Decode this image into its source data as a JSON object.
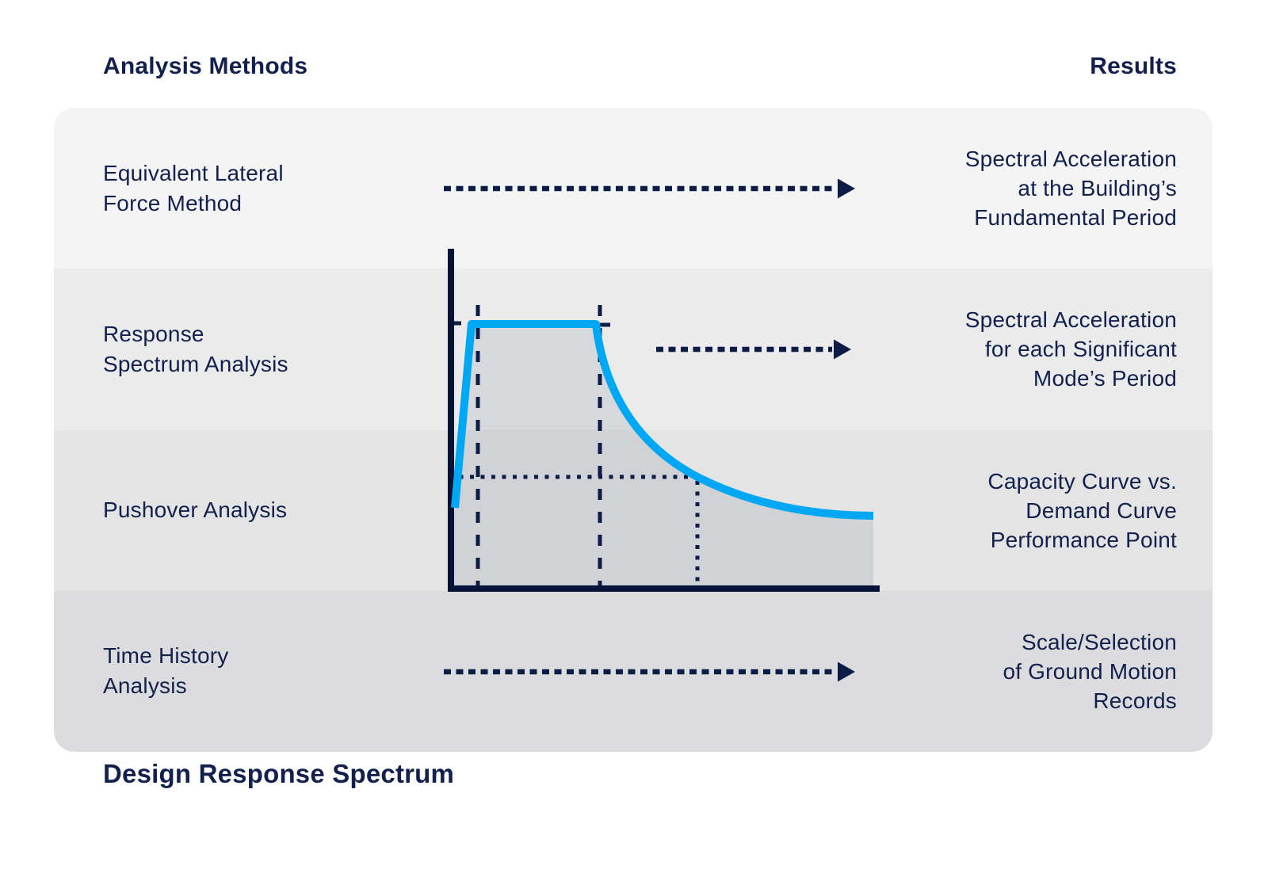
{
  "headers": {
    "left": "Analysis Methods",
    "right": "Results"
  },
  "rows": [
    {
      "method": "Equivalent Lateral\nForce Method",
      "result": "Spectral Acceleration\nat the Building’s\nFundamental Period",
      "has_arrow": true
    },
    {
      "method": "Response\nSpectrum Analysis",
      "result": "Spectral Acceleration\nfor each Significant\nMode’s Period",
      "has_arrow": true
    },
    {
      "method": "Pushover Analysis",
      "result": "Capacity Curve vs.\nDemand Curve\nPerformance Point",
      "has_arrow": false
    },
    {
      "method": "Time History\nAnalysis",
      "result": "Scale/Selection\nof Ground Motion\nRecords",
      "has_arrow": true
    }
  ],
  "caption": "Design Response Spectrum",
  "chart": {
    "type": "line",
    "name": "Design Response Spectrum",
    "axis_labels": "none visible",
    "tick_labels": "none visible",
    "shape": "linear rise from origin region to a flat plateau, then hyperbolic decay flattening toward a constant long-period value",
    "markers": [
      "dashed horizontal tick on y-axis at plateau level",
      "dashed vertical line at plateau start period",
      "dashed vertical line at plateau end period",
      "dotted horizontal + vertical crosshair meeting the decay branch (performance point)",
      "gray shaded area under the curve"
    ]
  },
  "colors": {
    "navy_text": "#12204E",
    "navy_dark": "#051339",
    "curve_blue": "#00A7F3",
    "band_1": "#F4F4F4",
    "band_2": "#EBEBEC",
    "band_3": "#E4E4E5",
    "band_4": "#DCDCDE",
    "background": "#FFFFFF"
  }
}
